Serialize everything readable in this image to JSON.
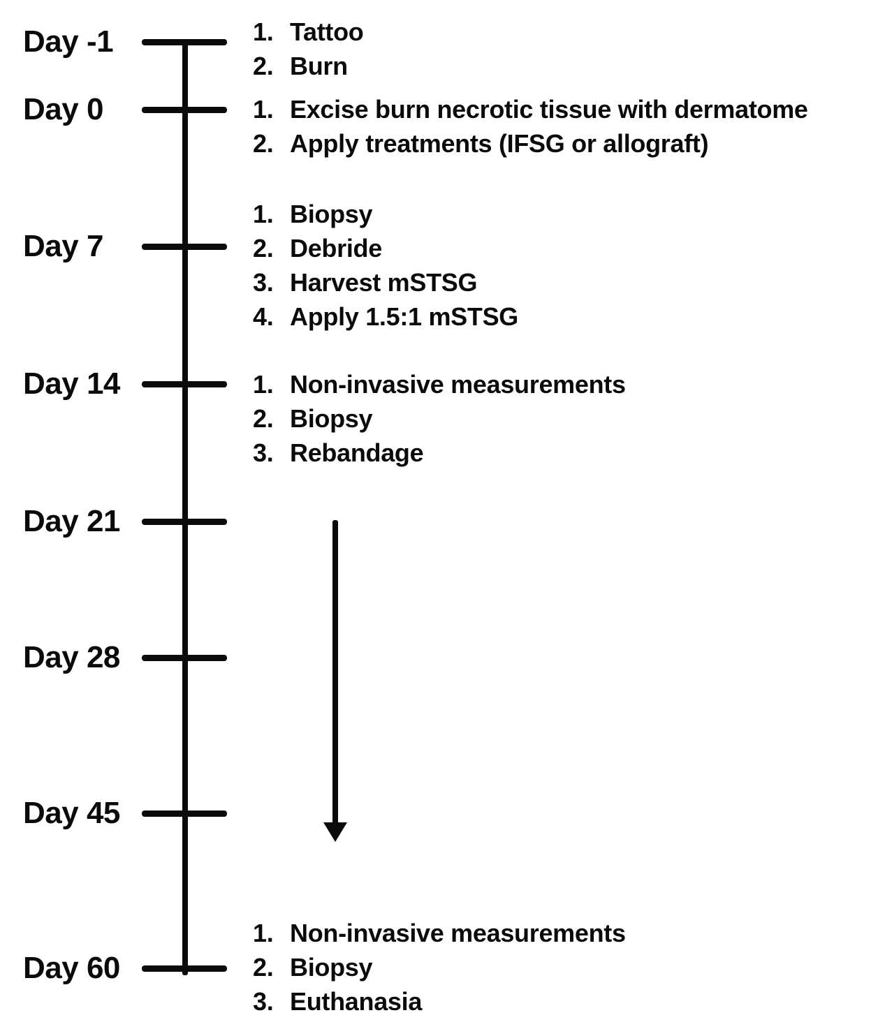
{
  "timeline": {
    "orientation": "vertical",
    "colors": {
      "ink": "#0b0b0b",
      "background": "#ffffff"
    },
    "days": [
      {
        "label": "Day -1",
        "events": [
          {
            "num": "1.",
            "text": "Tattoo"
          },
          {
            "num": "2.",
            "text": "Burn"
          }
        ]
      },
      {
        "label": "Day 0",
        "events": [
          {
            "num": "1.",
            "text": "Excise burn necrotic tissue with dermatome"
          },
          {
            "num": "2.",
            "text": "Apply treatments (IFSG or allograft)"
          }
        ]
      },
      {
        "label": "Day 7",
        "events": [
          {
            "num": "1.",
            "text": "Biopsy"
          },
          {
            "num": "2.",
            "text": "Debride"
          },
          {
            "num": "3.",
            "text": "Harvest mSTSG"
          },
          {
            "num": "4.",
            "text": "Apply 1.5:1 mSTSG"
          }
        ]
      },
      {
        "label": "Day 14",
        "events": [
          {
            "num": "1.",
            "text": "Non-invasive measurements"
          },
          {
            "num": "2.",
            "text": "Biopsy"
          },
          {
            "num": "3.",
            "text": "Rebandage"
          }
        ]
      },
      {
        "label": "Day 21",
        "events": []
      },
      {
        "label": "Day 28",
        "events": []
      },
      {
        "label": "Day 45",
        "events": []
      },
      {
        "label": "Day 60",
        "events": [
          {
            "num": "1.",
            "text": "Non-invasive measurements"
          },
          {
            "num": "2.",
            "text": "Biopsy"
          },
          {
            "num": "3.",
            "text": "Euthanasia"
          }
        ]
      }
    ],
    "arrow": {
      "from_day": "Day 21",
      "to_day": "Day 45",
      "direction": "down"
    }
  }
}
